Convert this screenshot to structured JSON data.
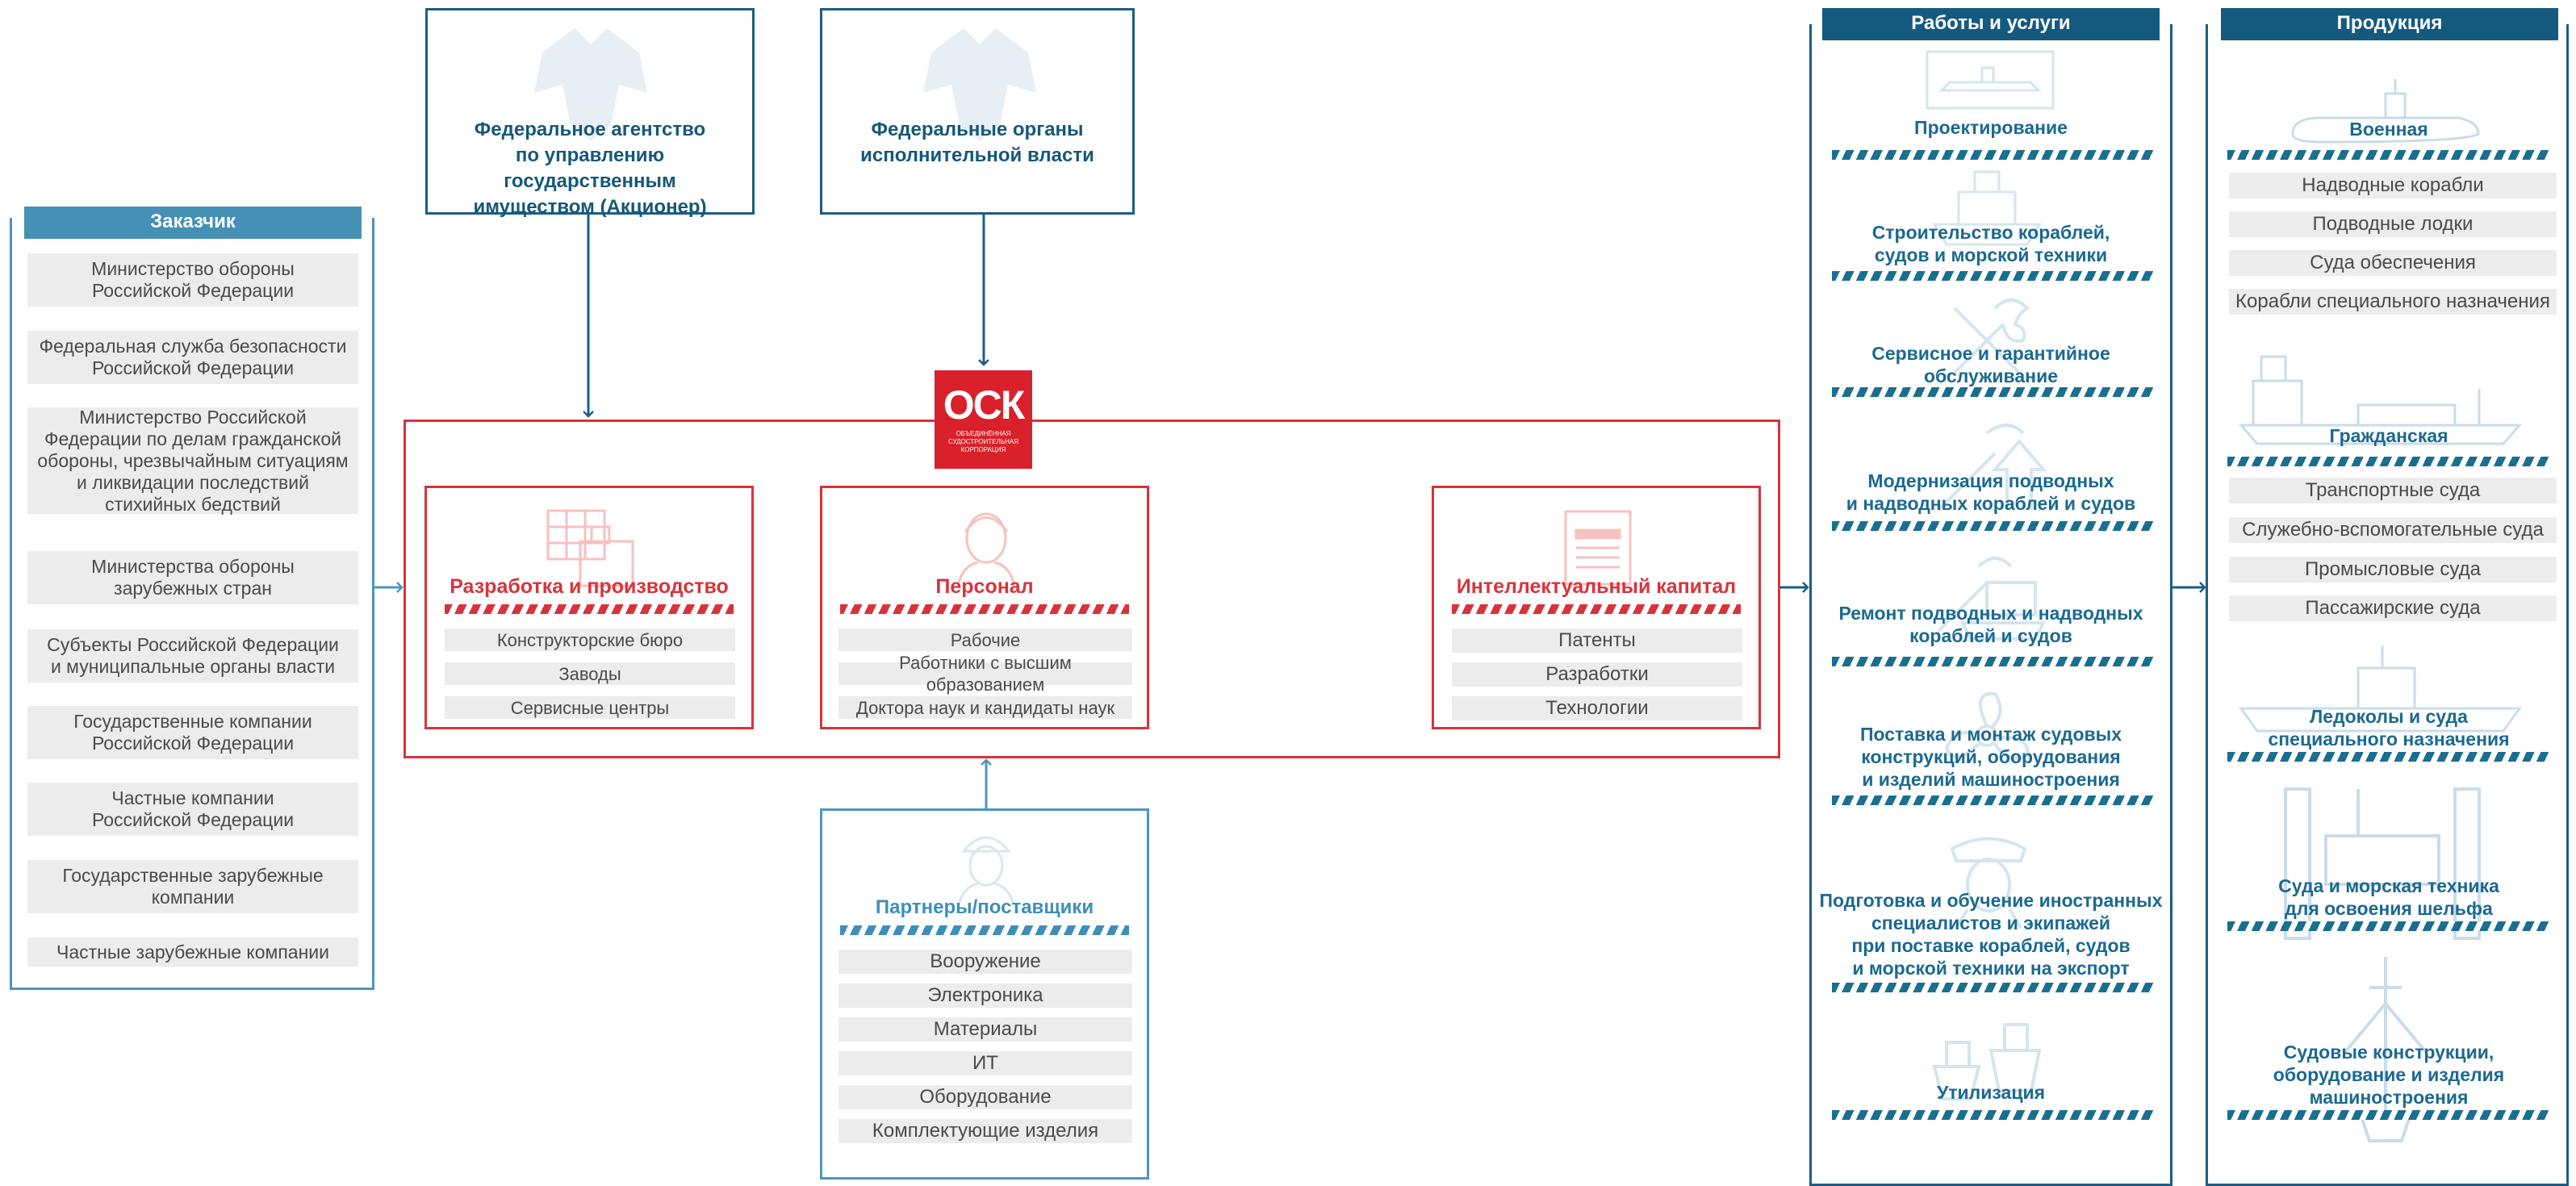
{
  "customer": {
    "header": "Заказчик",
    "items": [
      "Министерство обороны\nРоссийской Федерации",
      "Федеральная служба безопасности\nРоссийской Федерации",
      "Министерство Российской\nФедерации по делам гражданской\nобороны, чрезвычайным ситуациям\nи ликвидации последствий\nстихийных бедствий",
      "Министерства обороны\nзарубежных стран",
      "Субъекты Российской Федерации\nи муниципальные органы власти",
      "Государственные компании\nРоссийской Федерации",
      "Частные компании\nРоссийской Федерации",
      "Государственные зарубежные\nкомпании",
      "Частные зарубежные компании"
    ]
  },
  "top": {
    "agency": "Федеральное агентство\nпо управлению государственным\nимуществом (Акционер)",
    "authorities": "Федеральные органы\nисполнительной власти"
  },
  "logo": {
    "main": "ОСК",
    "sub": "ОБЪЕДИНЁННАЯ\nСУДОСТРОИТЕЛЬНАЯ\nКОРПОРАЦИЯ"
  },
  "osk_blocks": [
    {
      "title": "Разработка и производство",
      "items": [
        "Конструкторские бюро",
        "Заводы",
        "Сервисные центры"
      ]
    },
    {
      "title": "Персонал",
      "items": [
        "Рабочие",
        "Работники с высшим образованием",
        "Доктора наук и кандидаты наук"
      ]
    },
    {
      "title": "Интеллектуальный капитал",
      "items": [
        "Патенты",
        "Разработки",
        "Технологии"
      ]
    }
  ],
  "partners": {
    "title": "Партнеры/поставщики",
    "items": [
      "Вооружение",
      "Электроника",
      "Материалы",
      "ИТ",
      "Оборудование",
      "Комплектующие изделия"
    ]
  },
  "services": {
    "header": "Работы и услуги",
    "items": [
      "Проектирование",
      "Строительство кораблей,\nсудов и морской техники",
      "Сервисное и гарантийное\nобслуживание",
      "Модернизация подводных\nи надводных кораблей и судов",
      "Ремонт подводных и надводных\nкораблей и судов",
      "Поставка и монтаж судовых\nконструкций, оборудования\nи изделий машиностроения",
      "Подготовка и обучение иностранных\nспециалистов и экипажей\nпри поставке кораблей, судов\nи морской техники на экспорт",
      "Утилизация"
    ]
  },
  "products": {
    "header": "Продукция",
    "military": {
      "title": "Военная",
      "items": [
        "Надводные корабли",
        "Подводные лодки",
        "Суда обеспечения",
        "Корабли специального назначения"
      ]
    },
    "civil": {
      "title": "Гражданская",
      "items": [
        "Транспортные суда",
        "Служебно-вспомогательные суда",
        "Промысловые суда",
        "Пассажирские суда"
      ]
    },
    "icebreakers": "Ледоколы и суда\nспециального назначения",
    "shelf": "Суда и морская техника\nдля освоения шельфа",
    "structures": "Судовые конструкции,\nоборудование и изделия\nмашиностроения"
  },
  "colors": {
    "dark_blue": "#155879",
    "blue": "#4b97bf",
    "red": "#d8333b",
    "gray_pill": "#ececec"
  }
}
